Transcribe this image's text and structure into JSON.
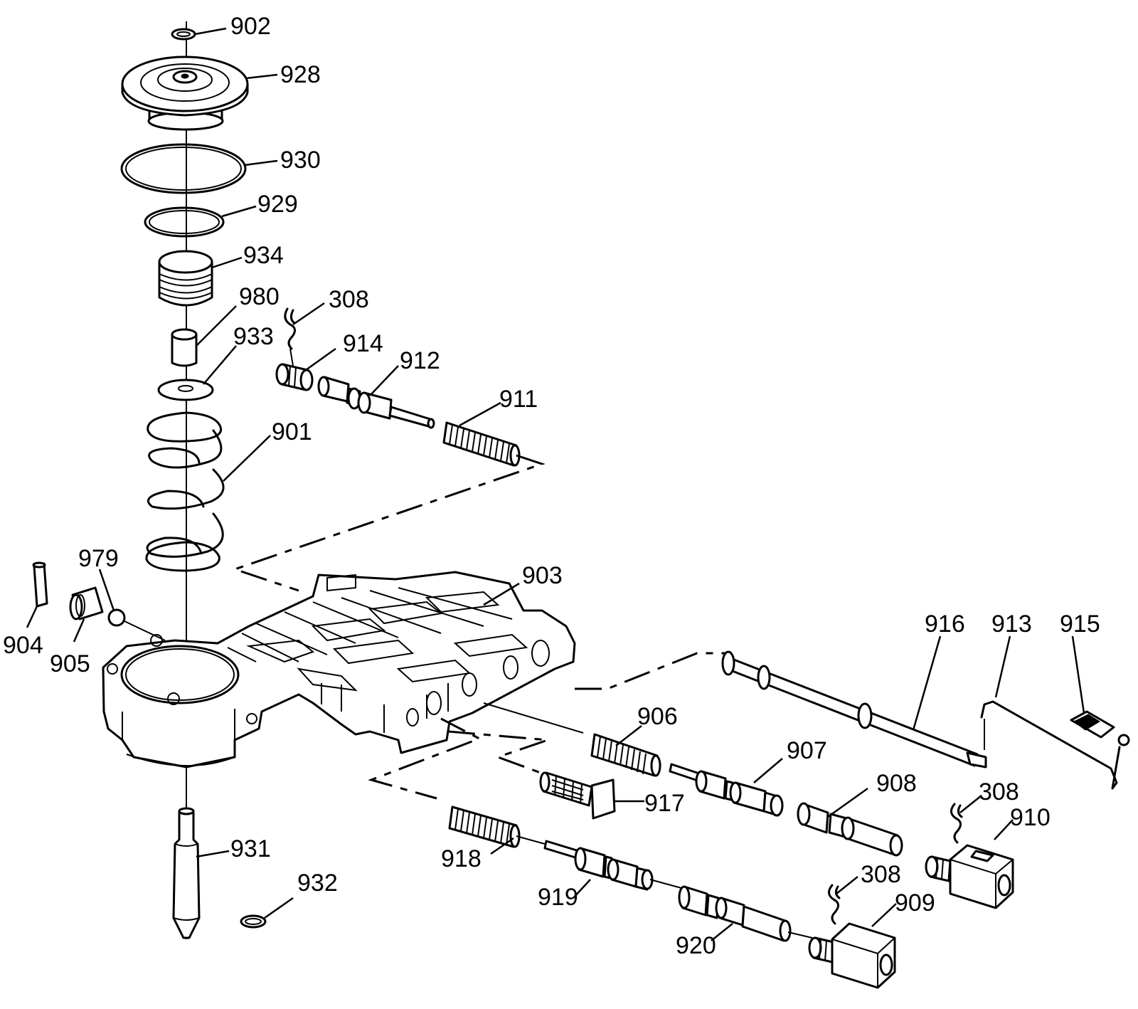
{
  "figure": {
    "type": "exploded-parts-diagram",
    "part_numbers": [
      "902",
      "928",
      "930",
      "929",
      "934",
      "980",
      "933",
      "308",
      "914",
      "912",
      "911",
      "901",
      "979",
      "904",
      "905",
      "903",
      "916",
      "913",
      "915",
      "906",
      "907",
      "917",
      "908",
      "308",
      "910",
      "918",
      "919",
      "920",
      "308",
      "909",
      "931",
      "932"
    ]
  },
  "labels": {
    "l902": "902",
    "l928": "928",
    "l930": "930",
    "l929": "929",
    "l934": "934",
    "l980": "980",
    "l933": "933",
    "l308a": "308",
    "l914": "914",
    "l912": "912",
    "l911": "911",
    "l901": "901",
    "l979": "979",
    "l904": "904",
    "l905": "905",
    "l903": "903",
    "l916": "916",
    "l913": "913",
    "l915": "915",
    "l906": "906",
    "l907": "907",
    "l917": "917",
    "l908": "908",
    "l308b": "308",
    "l910": "910",
    "l918": "918",
    "l919": "919",
    "l920": "920",
    "l308c": "308",
    "l909": "909",
    "l931": "931",
    "l932": "932"
  }
}
